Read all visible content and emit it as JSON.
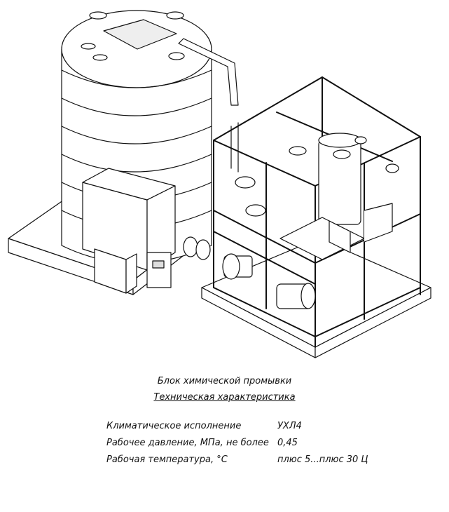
{
  "caption": {
    "title": "Блок химической промывки",
    "subtitle": "Техническая характеристика"
  },
  "specs": [
    {
      "label": "Климатическое исполнение",
      "value": "УХЛ4"
    },
    {
      "label": "Рабочее давление, МПа, не более",
      "value": "0,45"
    },
    {
      "label": "Рабочая температура, °C",
      "value": "плюс 5...плюс 30 Ц"
    }
  ],
  "colors": {
    "line": "#111111",
    "fill": "#ffffff",
    "shade": "#d9d9d9"
  }
}
